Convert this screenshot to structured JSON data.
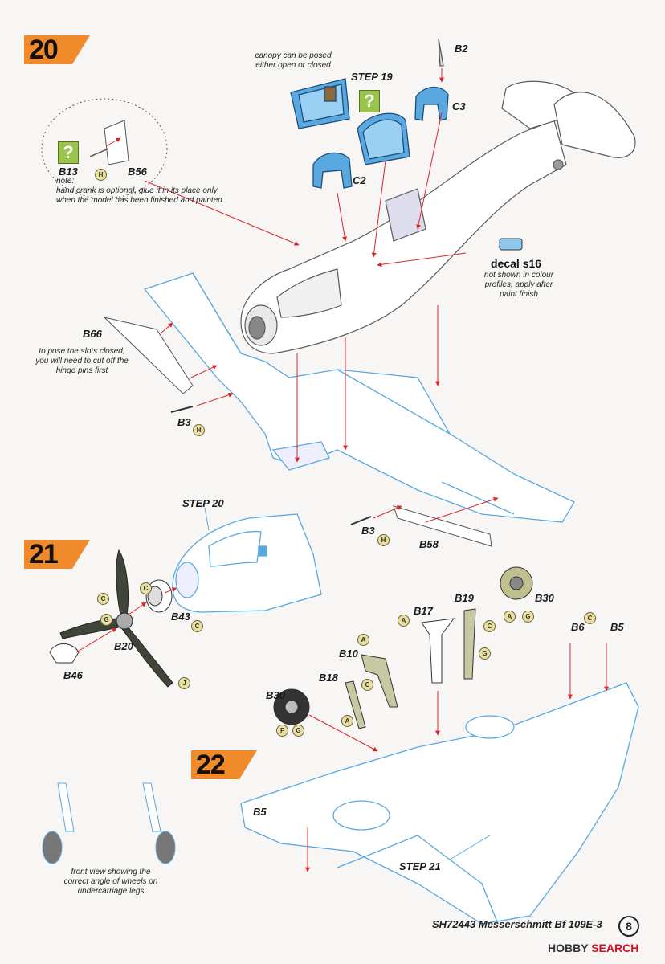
{
  "steps": [
    {
      "number": "20"
    },
    {
      "number": "21"
    },
    {
      "number": "22"
    }
  ],
  "step_refs": {
    "step19": "STEP 19",
    "step20": "STEP 20",
    "step21": "STEP 21"
  },
  "parts": {
    "b2": "B2",
    "c3": "C3",
    "c2": "C2",
    "b13": "B13",
    "b56": "B56",
    "b66": "B66",
    "b3a": "B3",
    "b3b": "B3",
    "b58": "B58",
    "b43": "B43",
    "b20": "B20",
    "b46": "B46",
    "b17": "B17",
    "b19": "B19",
    "b30a": "B30",
    "b6": "B6",
    "b5a": "B5",
    "b10": "B10",
    "b18": "B18",
    "b30b": "B30",
    "b5b": "B5"
  },
  "notes": {
    "canopy": "canopy can be posed either open or closed",
    "crank_prefix": "note:",
    "crank": "hand crank is optional, glue it in its place only when the model has been finished and painted",
    "slots": "to pose the slots closed, you will need to cut off the hinge pins first",
    "decal_title": "decal s16",
    "decal_note": "not shown in colour profiles, apply after paint finish",
    "wheels": "front view showing the correct angle of wheels on undercarriage legs"
  },
  "chips": {
    "h1": "H",
    "h2": "H",
    "h3": "H",
    "c1": "C",
    "c2": "C",
    "c3": "C",
    "c4": "C",
    "c5": "C",
    "a1": "A",
    "a2": "A",
    "a3": "A",
    "a4": "A",
    "g1": "G",
    "g2": "G",
    "g3": "G",
    "j1": "J",
    "f1": "F"
  },
  "optional_mark": "?",
  "footer": {
    "kit": "SH72443 Messerschmitt Bf 109E-3",
    "page": "8",
    "brand_prefix": "HOBBY",
    "brand_suffix": "SEARCH"
  },
  "colors": {
    "badge": "#f08a2a",
    "line_art": "#5aa8e0",
    "canopy": "#5aa8e0",
    "arrow": "#d9262b",
    "paint_chip": "#e9dfa0",
    "optional_box": "#9bc44a"
  }
}
